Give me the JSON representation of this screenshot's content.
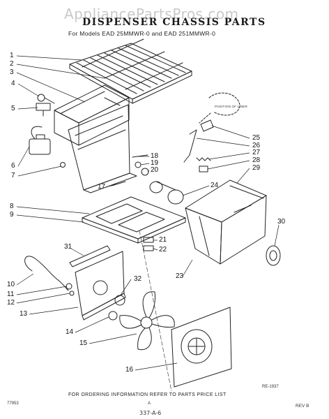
{
  "header": {
    "watermark": "AppliancePartsPros.com",
    "title": "DISPENSER CHASSIS PARTS",
    "subtitle": "For Models EAD 25MMWR-0 and EAD 251MMWR-0"
  },
  "annotations": {
    "liner_note": "POSITION OF LINER"
  },
  "callouts": [
    "1",
    "2",
    "3",
    "4",
    "5",
    "6",
    "7",
    "8",
    "9",
    "10",
    "11",
    "12",
    "13",
    "14",
    "15",
    "16",
    "17",
    "18",
    "19",
    "20",
    "21",
    "22",
    "23",
    "24",
    "25",
    "26",
    "27",
    "28",
    "29",
    "30",
    "31",
    "32"
  ],
  "footer": {
    "ordering_note": "FOR ORDERING INFORMATION REFER TO PARTS PRICE LIST",
    "drawing_code": "RE-1937",
    "left_code": "77953",
    "page_letter": "A",
    "revision": "REV B",
    "sheet_mark": "337-A-6"
  },
  "colors": {
    "ink": "#222222",
    "watermark": "#c9c9c9",
    "paper": "#ffffff"
  }
}
